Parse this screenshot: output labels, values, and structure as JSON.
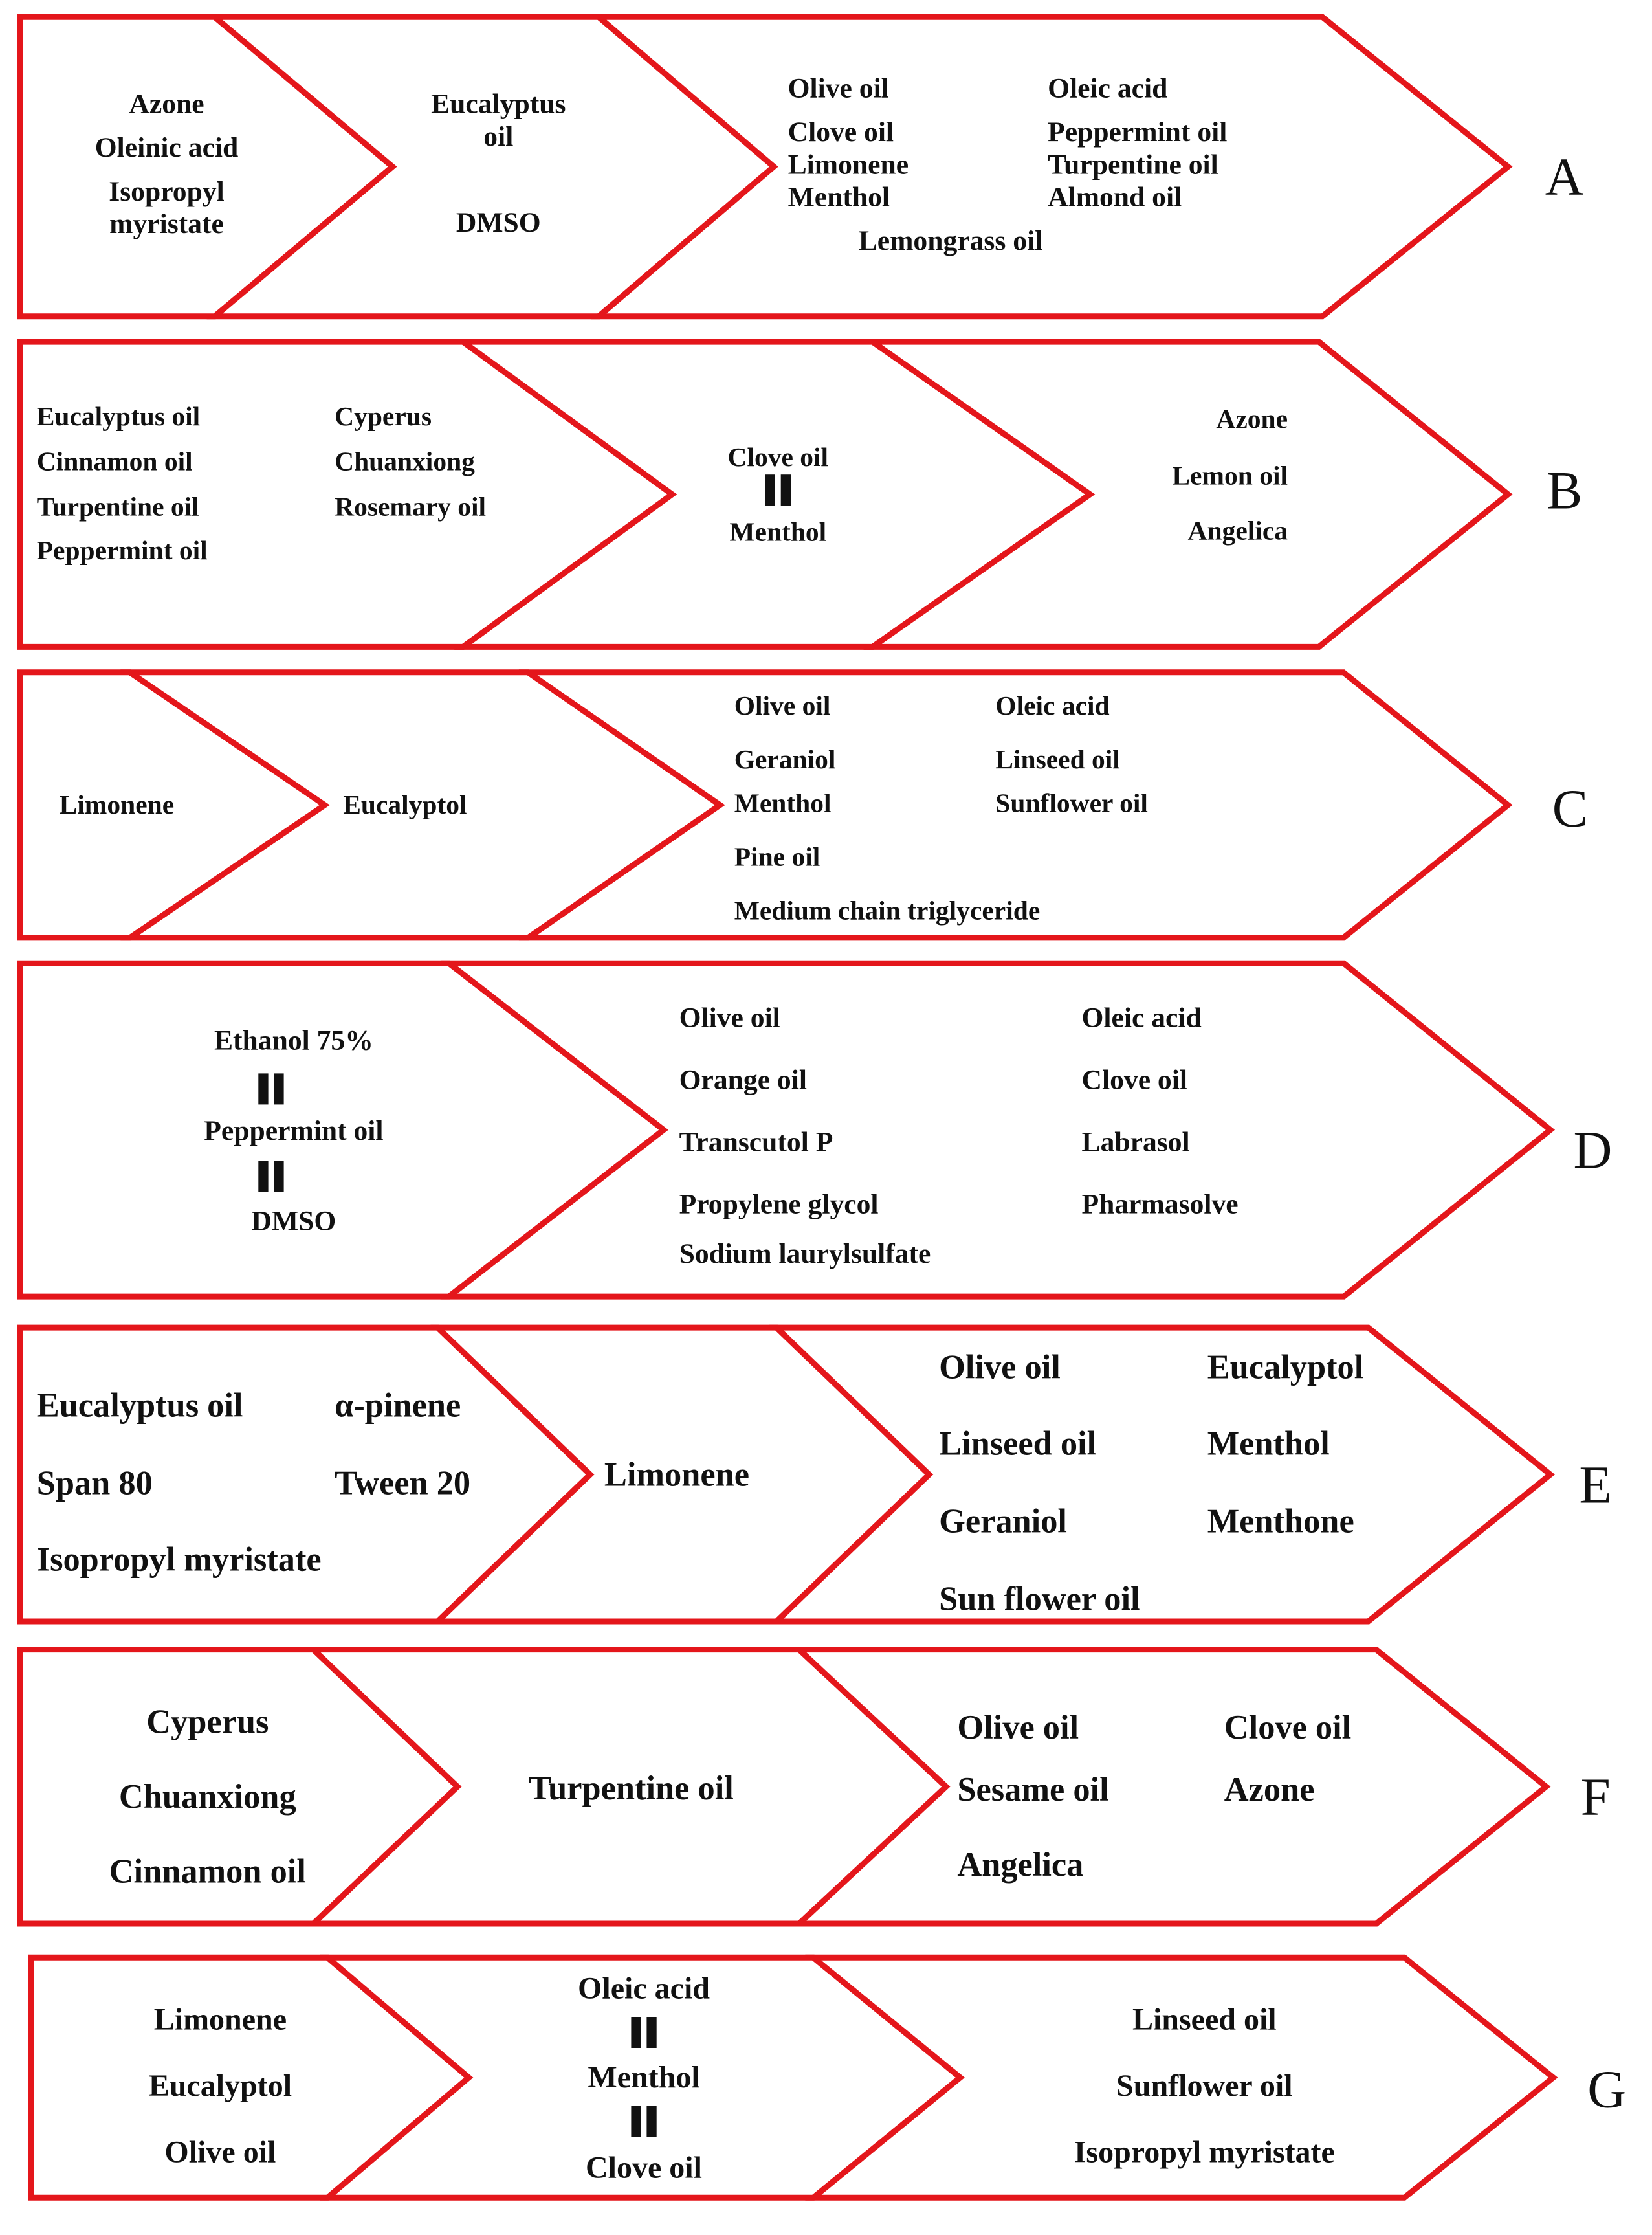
{
  "rows": [
    {
      "label": "A",
      "segments": [
        [
          "Azone",
          "Oleinic acid",
          "Isopropyl",
          "myristate"
        ],
        [
          "Eucalyptus",
          "oil",
          "DMSO"
        ],
        [
          "Olive oil",
          "Clove oil",
          "Limonene",
          "Menthol",
          "Oleic acid",
          "Peppermint oil",
          "Turpentine oil",
          "Almond oil",
          "Lemongrass oil"
        ]
      ]
    },
    {
      "label": "B",
      "segments": [
        [
          "Eucalyptus oil",
          "Cinnamon oil",
          "Turpentine oil",
          "Peppermint oil",
          "Cyperus",
          "Chuanxiong",
          "Rosemary oil"
        ],
        [
          "Clove oil",
          "Menthol"
        ],
        [
          "Azone",
          "Lemon oil",
          "Angelica"
        ]
      ]
    },
    {
      "label": "C",
      "segments": [
        [
          "Limonene"
        ],
        [
          "Eucalyptol"
        ],
        [
          "Olive oil",
          "Geraniol",
          "Menthol",
          "Pine oil",
          "Oleic acid",
          "Linseed oil",
          "Sunflower oil",
          "Medium chain triglyceride"
        ]
      ]
    },
    {
      "label": "D",
      "segments": [
        [
          "Ethanol 75%",
          "Peppermint oil",
          "DMSO"
        ],
        [
          "Olive oil",
          "Orange oil",
          "Transcutol P",
          "Propylene glycol",
          "Sodium laurylsulfate",
          "Oleic acid",
          "Clove oil",
          "Labrasol",
          "Pharmasolve"
        ]
      ]
    },
    {
      "label": "E",
      "segments": [
        [
          "Eucalyptus oil",
          "Span 80",
          "Isopropyl myristate",
          "α-pinene",
          "Tween 20"
        ],
        [
          "Limonene"
        ],
        [
          "Olive oil",
          "Linseed oil",
          "Geraniol",
          "Sun flower oil",
          "Eucalyptol",
          "Menthol",
          "Menthone"
        ]
      ]
    },
    {
      "label": "F",
      "segments": [
        [
          "Cyperus",
          "Chuanxiong",
          "Cinnamon oil"
        ],
        [
          "Turpentine oil"
        ],
        [
          "Olive oil",
          "Sesame oil",
          "Angelica",
          "Clove oil",
          "Azone"
        ]
      ]
    },
    {
      "label": "G",
      "segments": [
        [
          "Limonene",
          "Eucalyptol",
          "Olive oil"
        ],
        [
          "Oleic acid",
          "Menthol",
          "Clove oil"
        ],
        [
          "Linseed oil",
          "Sunflower oil",
          "Isopropyl myristate"
        ]
      ]
    }
  ],
  "colors": {
    "outline": "#e4161b",
    "text": "#111111",
    "background": "#ffffff"
  }
}
